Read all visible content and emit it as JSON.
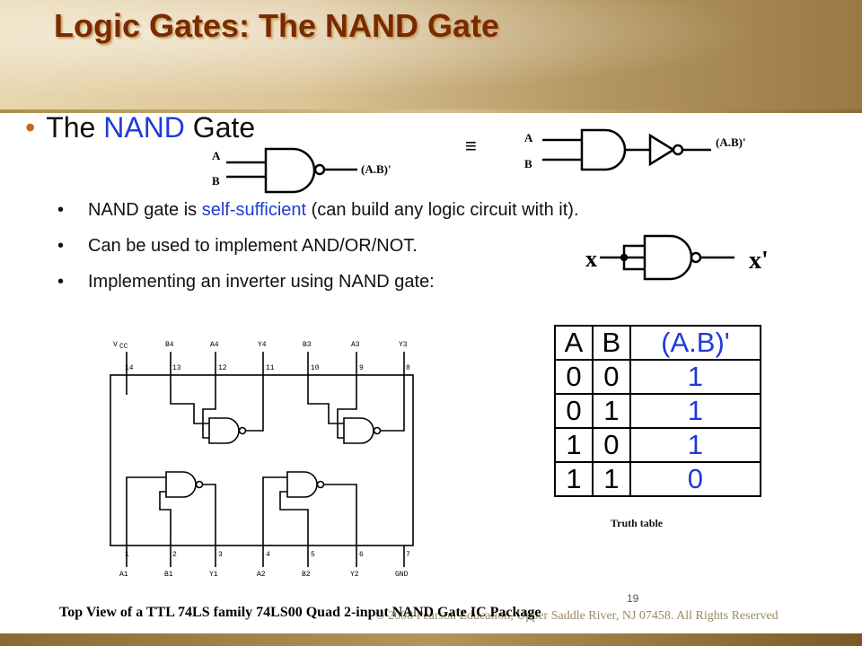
{
  "slide": {
    "title": "Logic Gates: The NAND Gate",
    "heading_prefix": "The ",
    "heading_highlight": "NAND",
    "heading_suffix": " Gate",
    "accent_color": "#1f3bd6",
    "title_color": "#7a2a00"
  },
  "gate_diagram": {
    "input_a": "A",
    "input_b": "B",
    "output": "(A.B)'",
    "equiv_symbol": "≡"
  },
  "bullets": [
    {
      "pre": "NAND gate is ",
      "highlight": "self-sufficient",
      "post": " (can build any logic circuit with it)."
    },
    {
      "pre": "Can be used to implement AND/OR/NOT.",
      "highlight": "",
      "post": ""
    },
    {
      "pre": "Implementing an inverter using NAND gate:",
      "highlight": "",
      "post": ""
    }
  ],
  "inverter": {
    "input": "x",
    "output": "x'"
  },
  "truth_table": {
    "headers": [
      "A",
      "B",
      "(A.B)'"
    ],
    "rows": [
      [
        "0",
        "0",
        "1"
      ],
      [
        "0",
        "1",
        "1"
      ],
      [
        "1",
        "0",
        "1"
      ],
      [
        "1",
        "1",
        "0"
      ]
    ],
    "caption": "Truth table"
  },
  "ic": {
    "top_labels": [
      "V",
      "B4",
      "A4",
      "Y4",
      "B3",
      "A3",
      "Y3"
    ],
    "top_pins": [
      "14",
      "13",
      "12",
      "11",
      "10",
      "9",
      "8"
    ],
    "bottom_pins": [
      "1",
      "2",
      "3",
      "4",
      "5",
      "6",
      "7"
    ],
    "bottom_labels": [
      "A1",
      "B1",
      "Y1",
      "A2",
      "B2",
      "Y2",
      "GND"
    ],
    "vcc_subscript": "CC",
    "caption": "Top View of a TTL 74LS family  74LS00 Quad 2-input NAND Gate IC Package"
  },
  "footer": {
    "slide_number": "19",
    "copyright": "© 2008 Pearson Education, Upper Saddle River, NJ 07458. All Rights Reserved"
  }
}
